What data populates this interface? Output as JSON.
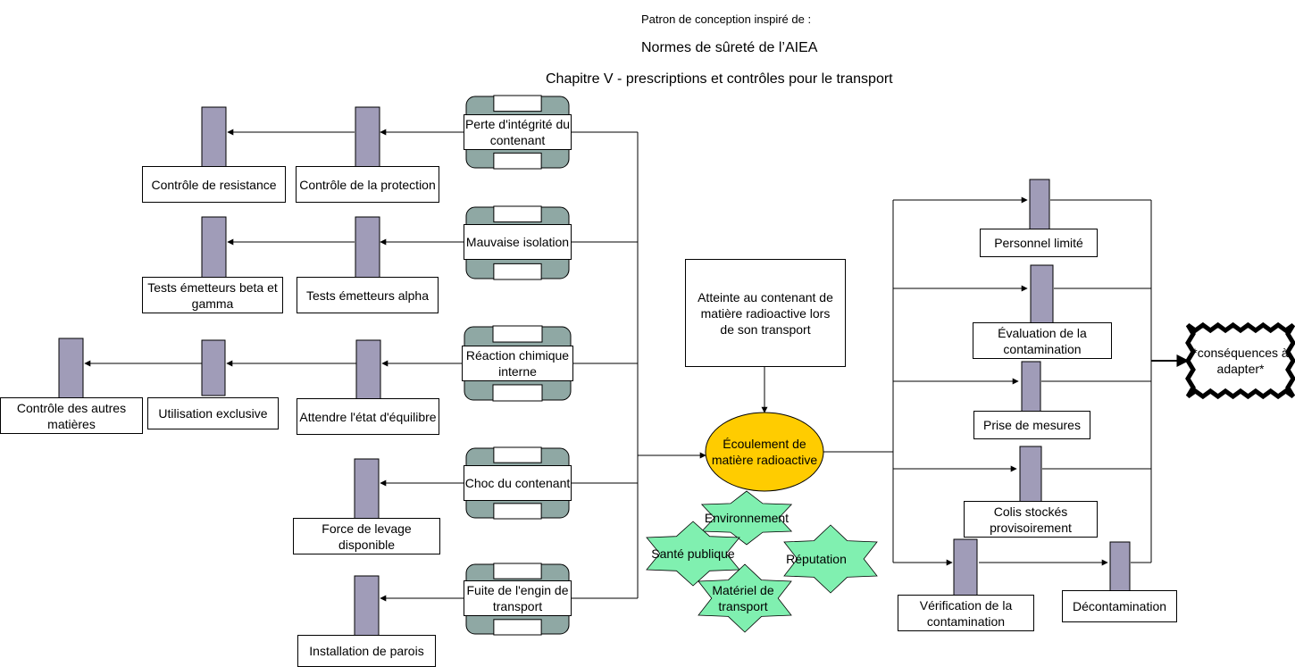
{
  "header": {
    "line1": "Patron de conception inspiré de :",
    "line2": "Normes de sûreté de l’AIEA",
    "line3": "Chapitre V - prescriptions et contrôles pour le transport"
  },
  "causes": [
    {
      "label": "Perte d'intégrité du contenant"
    },
    {
      "label": "Mauvaise isolation"
    },
    {
      "label": "Réaction chimique interne"
    },
    {
      "label": "Choc du contenant"
    },
    {
      "label": "Fuite de l'engin de transport"
    }
  ],
  "barriers_left": {
    "controle_resistance": "Contrôle de resistance",
    "controle_protection": "Contrôle de la protection",
    "tests_beta_gamma": "Tests émetteurs beta et gamma",
    "tests_alpha": "Tests émetteurs alpha",
    "controle_autres": "Contrôle des autres matières",
    "utilisation_exclusive": "Utilisation exclusive",
    "attendre_equilibre": "Attendre l'état d'équilibre",
    "force_levage": "Force de levage disponible",
    "installation_parois": "Installation de parois"
  },
  "top_event": "Atteinte au contenant de matière radioactive lors de son transport",
  "central_event": "Écoulement de matière radioactive",
  "impacts": {
    "environnement": "Environnement",
    "sante": "Santé publique",
    "reputation": "Réputation",
    "materiel": "Matériel de transport"
  },
  "barriers_right": {
    "personnel_limite": "Personnel limité",
    "evaluation_contamination": "Évaluation de la contamination",
    "prise_mesures": "Prise de mesures",
    "colis_stockes": "Colis stockés provisoirement",
    "verification_contamination": "Vérification de la contamination",
    "decontamination": "Décontamination"
  },
  "consequence": "*conséquences à adapter*",
  "colors": {
    "barrier_bar": "#a09cb8",
    "cause_shape": "#8fa8a4",
    "central_event": "#ffcc00",
    "impact_star": "#80f0b0"
  }
}
